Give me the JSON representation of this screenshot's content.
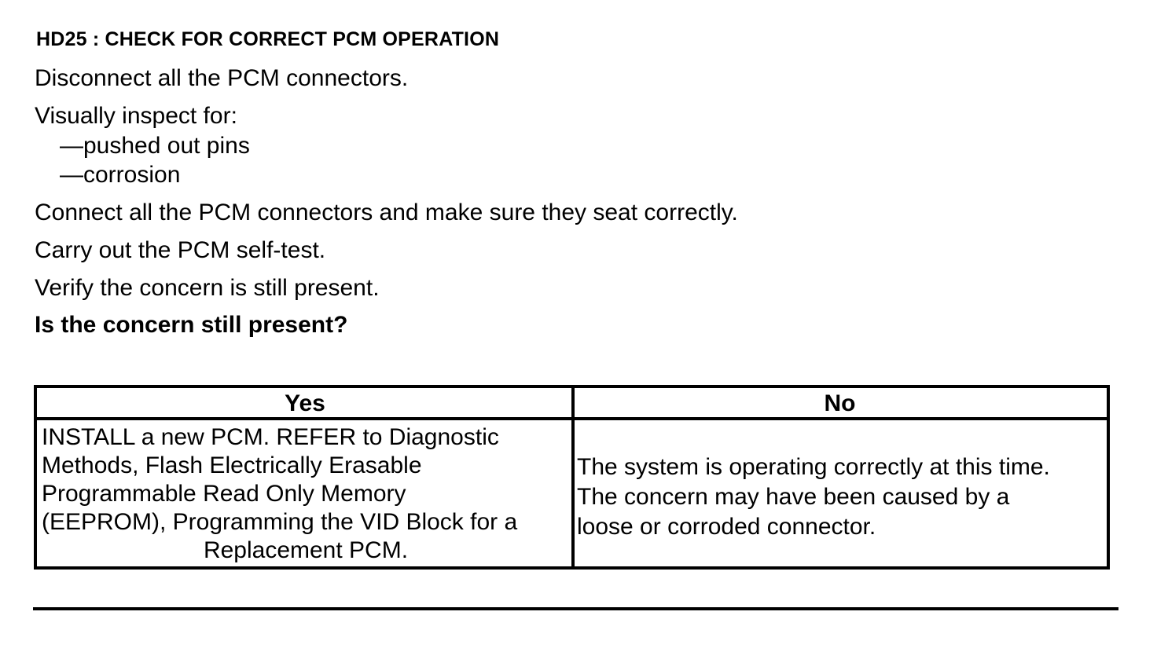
{
  "heading": "HD25 : CHECK FOR CORRECT PCM OPERATION",
  "steps": {
    "disconnect": "Disconnect all the PCM connectors.",
    "inspect": "Visually inspect for:",
    "inspect_items": [
      "—pushed out pins",
      "—corrosion"
    ],
    "connect": "Connect all the PCM connectors and make sure they seat correctly.",
    "selftest": "Carry out the PCM self-test.",
    "verify": "Verify the concern is still present."
  },
  "question": "Is the concern still present?",
  "table": {
    "headers": [
      "Yes",
      "No"
    ],
    "yes_lines": [
      "INSTALL a new PCM. REFER to Diagnostic",
      "Methods, Flash Electrically Erasable",
      "Programmable Read Only Memory",
      "(EEPROM), Programming the VID Block for a",
      "Replacement PCM."
    ],
    "no_lines": [
      "The system is operating correctly at this time.",
      "The concern may have been caused by a",
      "loose or corroded connector."
    ]
  }
}
